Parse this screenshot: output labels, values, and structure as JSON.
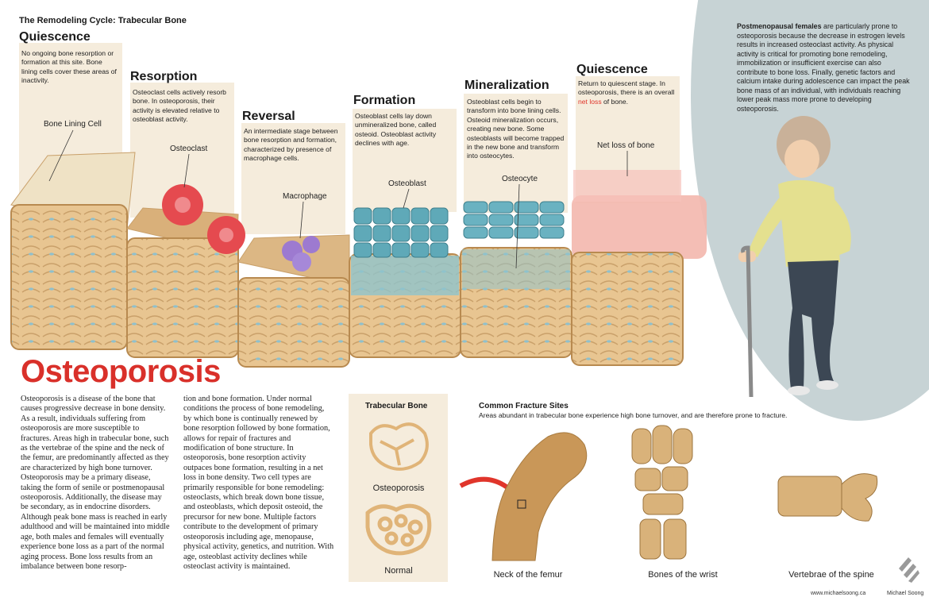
{
  "header": {
    "title": "The Remodeling Cycle: Trabecular Bone"
  },
  "stages": [
    {
      "title": "Quiescence",
      "text": "No ongoing bone resorption or formation at this site. Bone lining cells cover these areas of inactivity.",
      "label": "Bone Lining Cell"
    },
    {
      "title": "Resorption",
      "text": "Osteoclast cells actively resorb bone. In osteoporosis, their activity is elevated relative to osteoblast activity.",
      "label": "Osteoclast"
    },
    {
      "title": "Reversal",
      "text": "An intermediate stage between bone resorption and formation, characterized by presence of macrophage cells.",
      "label": "Macrophage"
    },
    {
      "title": "Formation",
      "text": "Osteoblast cells lay down unmineralized bone, called osteoid. Osteoblast activity declines with age.",
      "label": "Osteoblast"
    },
    {
      "title": "Mineralization",
      "text": "Osteoblast cells begin to transform into bone lining cells. Osteoid mineralization occurs, creating new bone. Some osteoblasts will become trapped in the new bone and transform into osteocytes.",
      "label": "Osteocyte"
    },
    {
      "title": "Quiescence",
      "text_before": "Return to quiescent stage. In osteoporosis, there is an overall ",
      "text_highlight": "net loss",
      "text_after": " of bone.",
      "label": "Net loss of bone"
    }
  ],
  "sidebar": {
    "lead": "Postmenopausal females",
    "text": " are particularly prone to osteoporosis because the decrease in estrogen levels results in increased osteoclast activity. As physical activity is critical for promoting bone remodeling, immobilization or insufficient exercise can also contribute to bone loss. Finally, genetic factors and calcium intake during adolescence can impact the peak bone mass of an individual, with individuals reaching lower peak mass more prone to developing osteoporosis."
  },
  "osteoporosis": {
    "title": "Osteoporosis",
    "col1": "Osteoporosis is a disease of the bone that causes progressive decrease in bone density. As a result, individuals suffering from osteoporosis are more susceptible to fractures. Areas high in trabecular bone, such as the vertebrae of the spine and the neck of the femur, are predominantly affected as they are characterized by high bone turnover. Osteoporosis may be a primary disease, taking the form of senile or postmenopausal osteoporosis. Additionally, the disease may be secondary, as in endocrine disorders. Although peak bone mass is reached in early adulthood and will be maintained into middle age, both males and females will eventually experience bone loss as a part of the normal aging process. Bone loss results from an imbalance between bone resorp-",
    "col2": "tion and bone formation. Under normal conditions the process of bone remodeling, by which bone is continually renewed by bone resorption followed by bone formation, allows for repair of fractures and modification of bone structure. In osteoporosis, bone resorption activity outpaces bone formation, resulting in a net loss in bone density. Two cell types are primarily responsible for bone remodeling: osteoclasts, which break down bone tissue, and osteoblasts, which deposit osteoid, the precursor for new bone. Multiple factors contribute to the development of primary osteoporosis including age, menopause, physical activity, genetics, and nutrition. With age, osteoblast activity declines while osteoclast activity is maintained."
  },
  "trabecular": {
    "title": "Trabecular Bone",
    "osteoporosis_label": "Osteoporosis",
    "normal_label": "Normal"
  },
  "fracture": {
    "title": "Common Fracture Sites",
    "subtitle": "Areas abundant in trabecular bone experience high bone turnover, and are therefore prone to fracture.",
    "sites": [
      "Neck of the femur",
      "Bones of the wrist",
      "Vertebrae of the spine"
    ]
  },
  "footer": {
    "url": "www.michaelsoong.ca",
    "author": "Michael Soong"
  },
  "colors": {
    "accent_red": "#d9302a",
    "bone": "#e8c591",
    "box_bg": "#f5ecdc",
    "osteoblast": "#5fa9b8",
    "sidebar_circle": "#c7d3d5"
  }
}
